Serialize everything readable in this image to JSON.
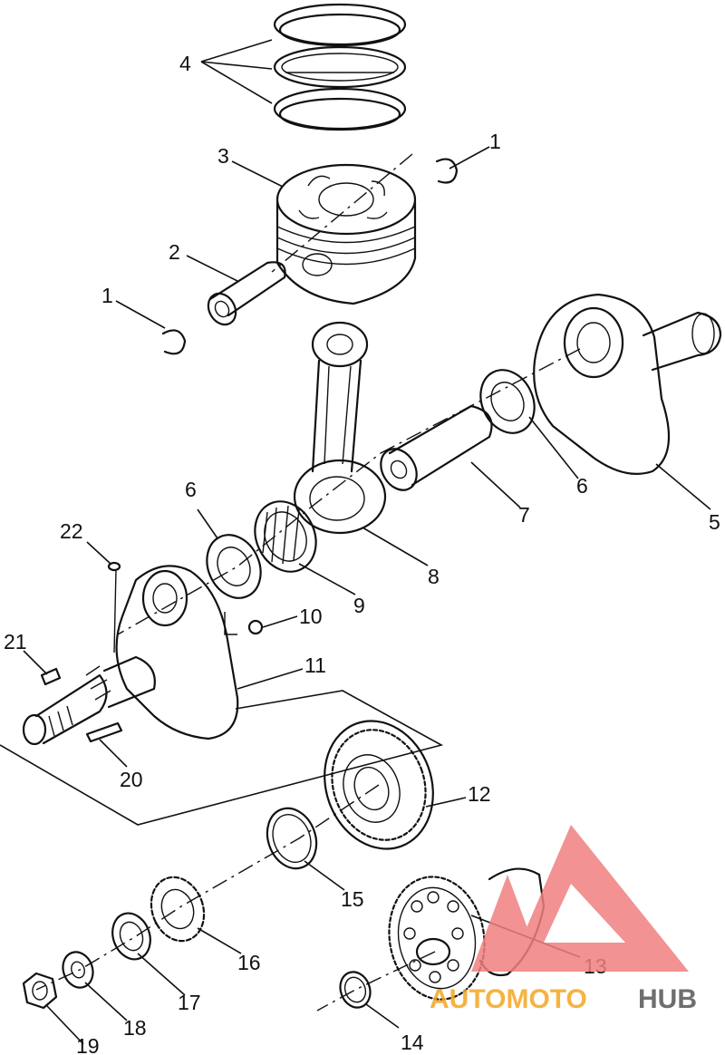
{
  "diagram": {
    "callouts": [
      "1",
      "1",
      "2",
      "3",
      "4",
      "5",
      "6",
      "6",
      "7",
      "8",
      "9",
      "10",
      "11",
      "12",
      "13",
      "14",
      "15",
      "16",
      "17",
      "18",
      "19",
      "20",
      "21",
      "22"
    ]
  },
  "watermark": {
    "part1": "AUTOMOTO",
    "part2": "HUB",
    "logo_color": "#f08080",
    "text_color": "#f4a623",
    "hub_color": "#555555"
  }
}
